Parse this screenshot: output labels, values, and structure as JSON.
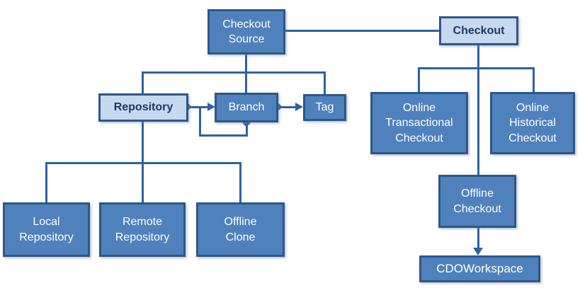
{
  "colors": {
    "node_fill_dark": "#4f81bd",
    "node_fill_light": "#c6d9f1",
    "node_border": "#2e5788",
    "connector": "#2e62a1",
    "text_on_dark": "#ffffff",
    "text_on_light": "#1f3864",
    "background": "#ffffff"
  },
  "nodes": {
    "checkout_source": {
      "label": "Checkout\nSource",
      "style": "dark"
    },
    "checkout": {
      "label": "Checkout",
      "style": "light"
    },
    "repository": {
      "label": "Repository",
      "style": "light"
    },
    "branch": {
      "label": "Branch",
      "style": "dark"
    },
    "tag": {
      "label": "Tag",
      "style": "dark"
    },
    "online_transactional_checkout": {
      "label": "Online\nTransactional\nCheckout",
      "style": "dark"
    },
    "online_historical_checkout": {
      "label": "Online\nHistorical\nCheckout",
      "style": "dark"
    },
    "offline_checkout": {
      "label": "Offline\nCheckout",
      "style": "dark"
    },
    "cdo_workspace": {
      "label": "CDOWorkspace",
      "style": "dark"
    },
    "local_repository": {
      "label": "Local\nRepository",
      "style": "dark"
    },
    "remote_repository": {
      "label": "Remote\nRepository",
      "style": "dark"
    },
    "offline_clone": {
      "label": "Offline\nClone",
      "style": "dark"
    }
  },
  "edges": [
    {
      "from": "checkout_source",
      "to": "checkout",
      "type": "plain-line"
    },
    {
      "from": "checkout_source",
      "to": "repository",
      "type": "tree-branch"
    },
    {
      "from": "checkout_source",
      "to": "branch",
      "type": "tree-branch"
    },
    {
      "from": "checkout_source",
      "to": "tag",
      "type": "tree-branch"
    },
    {
      "from": "repository",
      "to": "branch",
      "type": "diamond-source-arrow"
    },
    {
      "from": "branch",
      "to": "branch",
      "type": "diamond-source-arrow-self-loop"
    },
    {
      "from": "branch",
      "to": "tag",
      "type": "diamond-source-arrow"
    },
    {
      "from": "repository",
      "to": "local_repository",
      "type": "tree-branch"
    },
    {
      "from": "repository",
      "to": "remote_repository",
      "type": "tree-branch"
    },
    {
      "from": "repository",
      "to": "offline_clone",
      "type": "tree-branch"
    },
    {
      "from": "checkout",
      "to": "online_transactional_checkout",
      "type": "tree-branch"
    },
    {
      "from": "checkout",
      "to": "online_historical_checkout",
      "type": "tree-branch"
    },
    {
      "from": "checkout",
      "to": "offline_checkout",
      "type": "tree-branch"
    },
    {
      "from": "offline_checkout",
      "to": "cdo_workspace",
      "type": "solid-arrow"
    }
  ]
}
